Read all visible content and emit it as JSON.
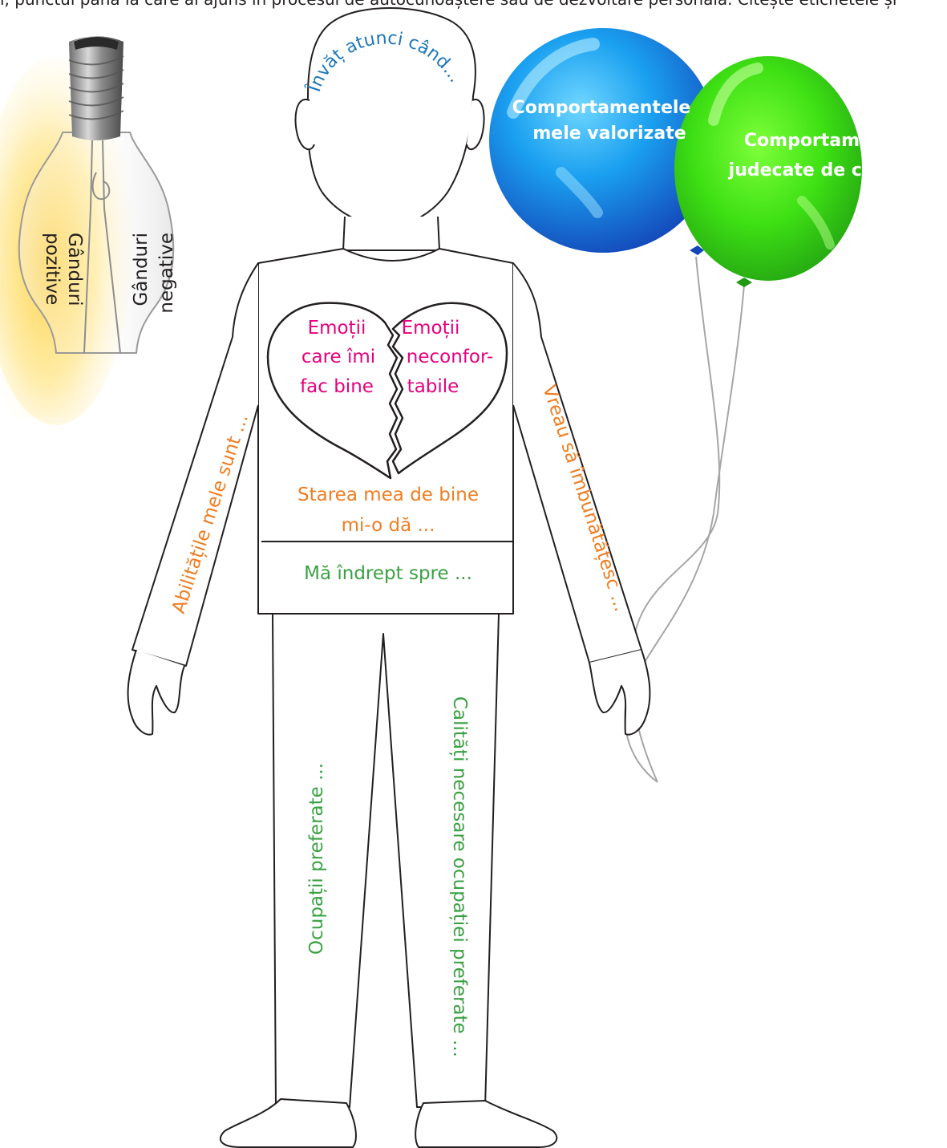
{
  "header_cut_text": "i, punctul până la care ai ajuns în procesul de autocunoaștere sau de dezvoltare personală. Citește etichetele și",
  "head_text": "Învăț atunci când...",
  "bulb": {
    "positive": [
      "Gânduri",
      "pozitive"
    ],
    "negative": [
      "Gânduri",
      "negative"
    ]
  },
  "balloons": {
    "blue": [
      "Comportamentele",
      "mele valorizate"
    ],
    "green": [
      "Comportamente",
      "judecate de ceilalți"
    ]
  },
  "heart": {
    "left": [
      "Emoții",
      "care îmi",
      "fac bine"
    ],
    "right": [
      "Emoții",
      "neconfor-",
      "tabile"
    ]
  },
  "wellbeing": [
    "Starea mea de bine",
    "mi-o dă ..."
  ],
  "direction": "Mă îndrept spre ...",
  "left_arm": "Abilitățile mele sunt ...",
  "right_arm": "Vreau să îmbunătățesc ...",
  "left_leg": "Ocupații preferate ...",
  "right_leg": "Calități necesare ocupației preferate ...",
  "colors": {
    "orange": "#ef7d22",
    "green": "#3aa142",
    "magenta": "#e6007e",
    "blue_text": "#1d77b8",
    "outline": "#231f20",
    "balloon_blue": "#1d6fd8",
    "balloon_green": "#38d21a"
  }
}
